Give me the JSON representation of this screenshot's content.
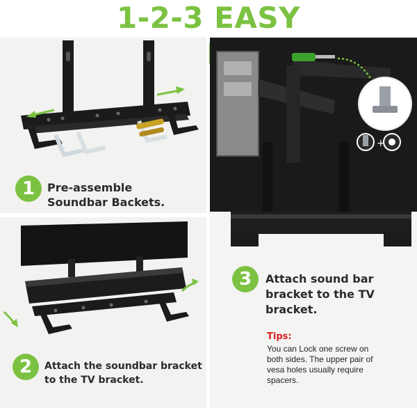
{
  "title": "1-2-3 EASY INSTALLATION",
  "steps": [
    {
      "number": "1",
      "lines": [
        "Pre-assemble",
        "Soundbar Backets."
      ]
    },
    {
      "number": "2",
      "lines": [
        "Attach the soundbar bracket",
        "to the TV bracket."
      ]
    },
    {
      "number": "3",
      "lines": [
        "Attach sound bar",
        "bracket to the TV",
        "bracket."
      ]
    }
  ],
  "tips": {
    "heading": "Tips:",
    "lines": [
      "You can Lock one screw on",
      "both sides. The upper pair of",
      "vesa holes usually require",
      "spacers."
    ]
  },
  "colors": {
    "accent": "#7cc242",
    "tips_heading": "#d82020",
    "bracket": "#1b1b1b"
  },
  "icons": [
    "arrow-left-icon",
    "arrow-right-icon",
    "screwdriver-icon",
    "screw-icon",
    "washer-icon",
    "curved-arrow-icon"
  ]
}
